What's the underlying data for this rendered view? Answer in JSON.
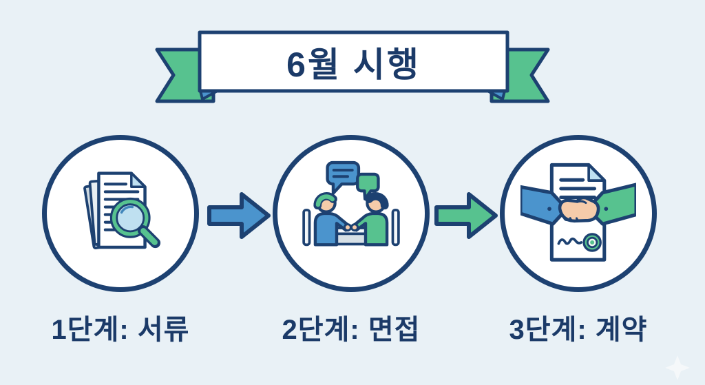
{
  "banner": {
    "title": "6월 시행"
  },
  "steps": [
    {
      "label": "1단계: 서류",
      "icon": "documents-magnifier-icon"
    },
    {
      "label": "2단계: 면접",
      "icon": "interview-icon"
    },
    {
      "label": "3단계: 계약",
      "icon": "handshake-contract-icon"
    }
  ],
  "arrows": [
    {
      "direction": "right",
      "color": "#4b94cd"
    },
    {
      "direction": "right",
      "color": "#57c28f"
    }
  ],
  "decorations": [
    {
      "icon": "sparkle-icon"
    }
  ],
  "colors": {
    "background": "#e9f1f6",
    "navy": "#1d4171",
    "text_navy": "#1b3a68",
    "green": "#57c28f",
    "blue": "#4b94cd",
    "light_blue": "#bfe0f0",
    "line_gray": "#9fb0bc",
    "skin": "#f5cbaa"
  }
}
